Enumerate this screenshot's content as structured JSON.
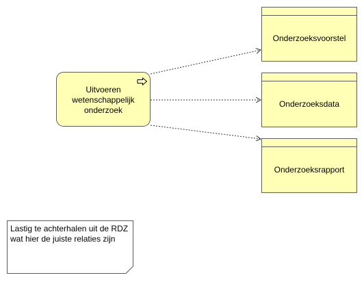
{
  "process": {
    "label": "Uitvoeren\nwetenschappelijk\nonderzoek",
    "icon": "process-arrow-icon"
  },
  "objects": [
    {
      "label": "Onderzoeksvoorstel"
    },
    {
      "label": "Onderzoeksdata"
    },
    {
      "label": "Onderzoeksrapport"
    }
  ],
  "note": {
    "text": "Lastig te achterhalen uit de RDZ\nwat hier de juiste relaties zijn"
  },
  "colors": {
    "element_fill": "#ffffb5",
    "border": "#5c5c5c",
    "edge": "#333333"
  }
}
